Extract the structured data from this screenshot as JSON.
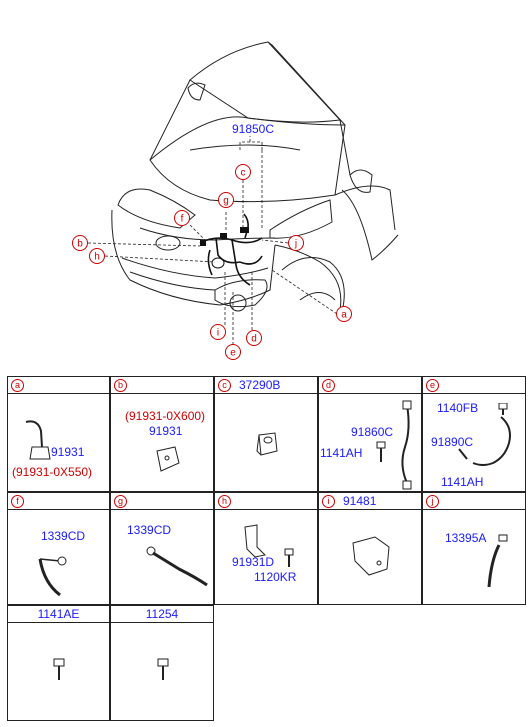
{
  "overview": {
    "main_part": "91850C",
    "callouts": [
      "a",
      "b",
      "c",
      "d",
      "e",
      "f",
      "g",
      "h",
      "i",
      "j"
    ]
  },
  "cells": {
    "a": {
      "letter": "a",
      "head_part": "",
      "labels": [
        {
          "text": "91931",
          "color": "blue"
        },
        {
          "text": "(91931-0X550)",
          "color": "red"
        }
      ]
    },
    "b": {
      "letter": "b",
      "head_part": "",
      "labels": [
        {
          "text": "(91931-0X600)",
          "color": "red"
        },
        {
          "text": "91931",
          "color": "blue"
        }
      ]
    },
    "c": {
      "letter": "c",
      "head_part": "37290B",
      "labels": []
    },
    "d": {
      "letter": "d",
      "head_part": "",
      "labels": [
        {
          "text": "91860C",
          "color": "blue"
        },
        {
          "text": "1141AH",
          "color": "blue"
        }
      ]
    },
    "e": {
      "letter": "e",
      "head_part": "",
      "labels": [
        {
          "text": "1140FB",
          "color": "blue"
        },
        {
          "text": "91890C",
          "color": "blue"
        },
        {
          "text": "1141AH",
          "color": "blue"
        }
      ]
    },
    "f": {
      "letter": "f",
      "head_part": "",
      "labels": [
        {
          "text": "1339CD",
          "color": "blue"
        }
      ]
    },
    "g": {
      "letter": "g",
      "head_part": "",
      "labels": [
        {
          "text": "1339CD",
          "color": "blue"
        }
      ]
    },
    "h": {
      "letter": "h",
      "head_part": "",
      "labels": [
        {
          "text": "91931D",
          "color": "blue"
        },
        {
          "text": "1120KR",
          "color": "blue"
        }
      ]
    },
    "i": {
      "letter": "i",
      "head_part": "91481",
      "labels": []
    },
    "j": {
      "letter": "j",
      "head_part": "",
      "labels": [
        {
          "text": "13395A",
          "color": "blue"
        }
      ]
    },
    "k": {
      "letter": "",
      "head_part": "1141AE",
      "labels": []
    },
    "l": {
      "letter": "",
      "head_part": "11254",
      "labels": []
    }
  },
  "colors": {
    "callout": "#cc0000",
    "part_number": "#1a1aff",
    "alt_part": "#cc0000",
    "line": "#222222"
  }
}
